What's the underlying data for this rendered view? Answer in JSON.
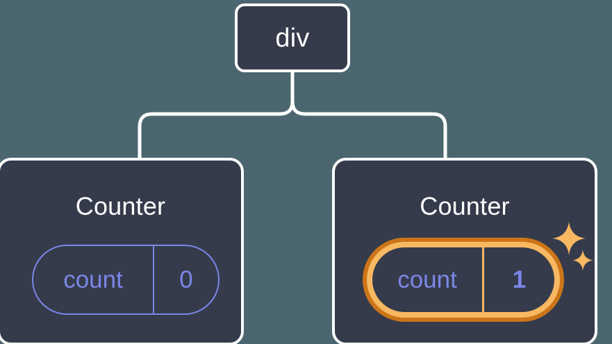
{
  "diagram": {
    "title": "react component tree with highlighted state",
    "background_color": "#4c6670",
    "node_fill_color": "#353b4a",
    "node_border_color": "#ffffff",
    "accent_purple": "#7b86e8",
    "highlight_outer_orange": "#cc7518",
    "highlight_inner_orange": "#f8b862"
  },
  "root": {
    "label": "div"
  },
  "children": [
    {
      "id": "counter-left",
      "title": "Counter",
      "state": {
        "key": "count",
        "value": "0"
      },
      "highlighted": false
    },
    {
      "id": "counter-right",
      "title": "Counter",
      "state": {
        "key": "count",
        "value": "1"
      },
      "highlighted": true,
      "sparkles": [
        "sparkle-large",
        "sparkle-small"
      ]
    }
  ]
}
